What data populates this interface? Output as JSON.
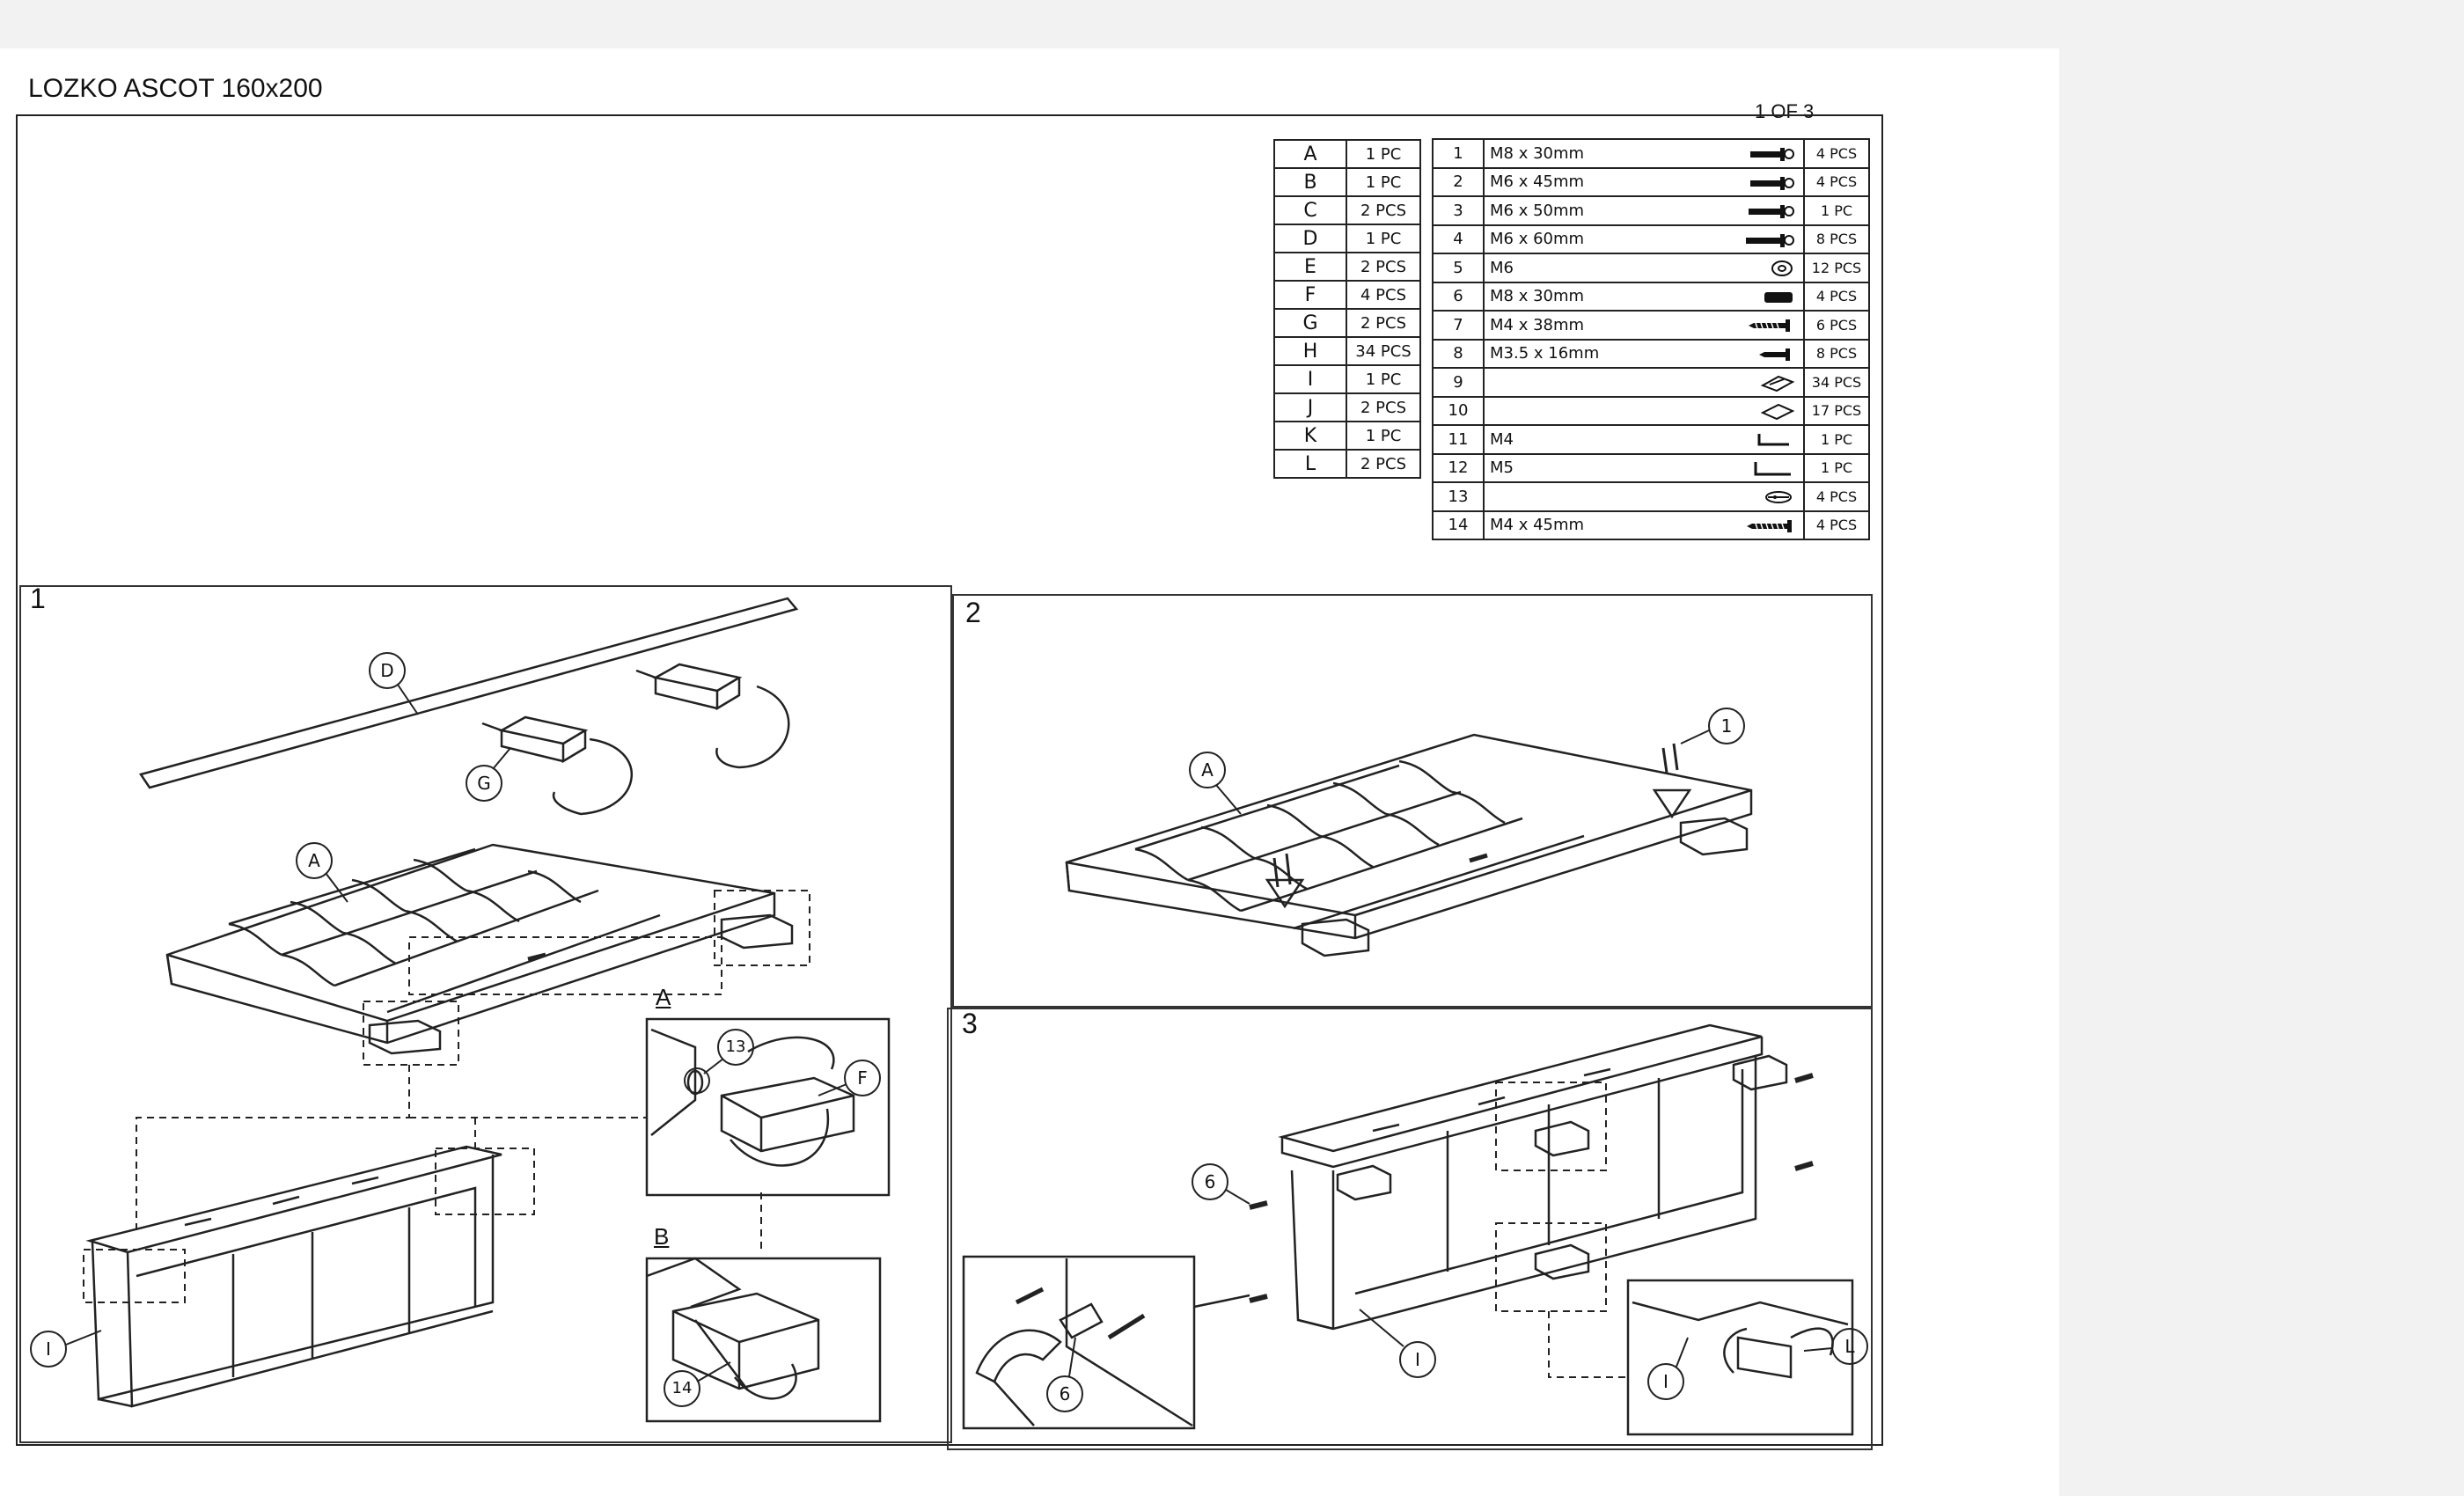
{
  "document": {
    "title": "LOZKO ASCOT 160x200",
    "page": "1 OF 3"
  },
  "parts": [
    {
      "letter": "A",
      "qty": "1 PC"
    },
    {
      "letter": "B",
      "qty": "1 PC"
    },
    {
      "letter": "C",
      "qty": "2 PCS"
    },
    {
      "letter": "D",
      "qty": "1 PC"
    },
    {
      "letter": "E",
      "qty": "2 PCS"
    },
    {
      "letter": "F",
      "qty": "4 PCS"
    },
    {
      "letter": "G",
      "qty": "2 PCS"
    },
    {
      "letter": "H",
      "qty": "34 PCS"
    },
    {
      "letter": "I",
      "qty": "1 PC"
    },
    {
      "letter": "J",
      "qty": "2 PCS"
    },
    {
      "letter": "K",
      "qty": "1 PC"
    },
    {
      "letter": "L",
      "qty": "2 PCS"
    }
  ],
  "hardware": [
    {
      "num": "1",
      "desc": "M8 x 30mm",
      "icon": "bolt-icon",
      "qty": "4 PCS"
    },
    {
      "num": "2",
      "desc": "M6 x 45mm",
      "icon": "bolt-icon",
      "qty": "4 PCS"
    },
    {
      "num": "3",
      "desc": "M6 x 50mm",
      "icon": "bolt-icon",
      "qty": "1 PC"
    },
    {
      "num": "4",
      "desc": "M6 x 60mm",
      "icon": "bolt-icon",
      "qty": "8 PCS"
    },
    {
      "num": "5",
      "desc": "M6",
      "icon": "washer-icon",
      "qty": "12 PCS"
    },
    {
      "num": "6",
      "desc": "M8 x 30mm",
      "icon": "dowel-icon",
      "qty": "4 PCS"
    },
    {
      "num": "7",
      "desc": "M4 x 38mm",
      "icon": "screw-icon",
      "qty": "6 PCS"
    },
    {
      "num": "8",
      "desc": "M3.5 x 16mm",
      "icon": "screw-icon",
      "qty": "8 PCS"
    },
    {
      "num": "9",
      "desc": "",
      "icon": "button-icon",
      "qty": "34 PCS"
    },
    {
      "num": "10",
      "desc": "",
      "icon": "cap-icon",
      "qty": "17 PCS"
    },
    {
      "num": "11",
      "desc": "M4",
      "icon": "allen-key-icon",
      "qty": "1 PC"
    },
    {
      "num": "12",
      "desc": "M5",
      "icon": "allen-key-icon",
      "qty": "1 PC"
    },
    {
      "num": "13",
      "desc": "",
      "icon": "cam-lock-icon",
      "qty": "4 PCS"
    },
    {
      "num": "14",
      "desc": "M4 x 45mm",
      "icon": "screw-icon",
      "qty": "4 PCS"
    }
  ],
  "steps": [
    {
      "number": "1",
      "callouts": [
        "D",
        "G",
        "A",
        "I",
        "13",
        "F",
        "14"
      ],
      "subviews": [
        "A",
        "B"
      ]
    },
    {
      "number": "2",
      "callouts": [
        "A",
        "1"
      ]
    },
    {
      "number": "3",
      "callouts": [
        "6",
        "I",
        "L",
        "6",
        "I"
      ]
    }
  ]
}
